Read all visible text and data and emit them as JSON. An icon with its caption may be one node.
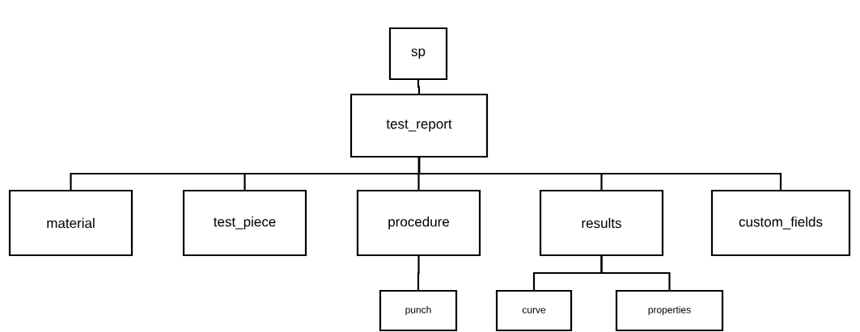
{
  "diagram": {
    "nodes": [
      {
        "text": [
          "sp"
        ]
      },
      {
        "text": [
          "test_report"
        ]
      },
      {
        "text": [
          "material"
        ]
      },
      {
        "text": [
          "test_piece"
        ]
      },
      {
        "text": [
          "procedure"
        ]
      },
      {
        "text": [
          "results"
        ]
      },
      {
        "text": [
          "custom_fields"
        ]
      },
      {
        "text": [
          "punch"
        ]
      },
      {
        "text": [
          "curve"
        ]
      },
      {
        "text": [
          "properties"
        ]
      }
    ],
    "edges": [
      {
        "from": 0,
        "to": 1,
        "arrow": "none"
      },
      {
        "from": 1,
        "to": 2,
        "arrow": "none"
      },
      {
        "from": 1,
        "to": 3,
        "arrow": "none"
      },
      {
        "from": 1,
        "to": 4,
        "arrow": "none"
      },
      {
        "from": 1,
        "to": 5,
        "arrow": "none"
      },
      {
        "from": 1,
        "to": 6,
        "arrow": "none"
      },
      {
        "from": 4,
        "to": 7,
        "arrow": "none"
      },
      {
        "from": 5,
        "to": 8,
        "arrow": "none"
      },
      {
        "from": 5,
        "to": 9,
        "arrow": "none"
      }
    ]
  }
}
